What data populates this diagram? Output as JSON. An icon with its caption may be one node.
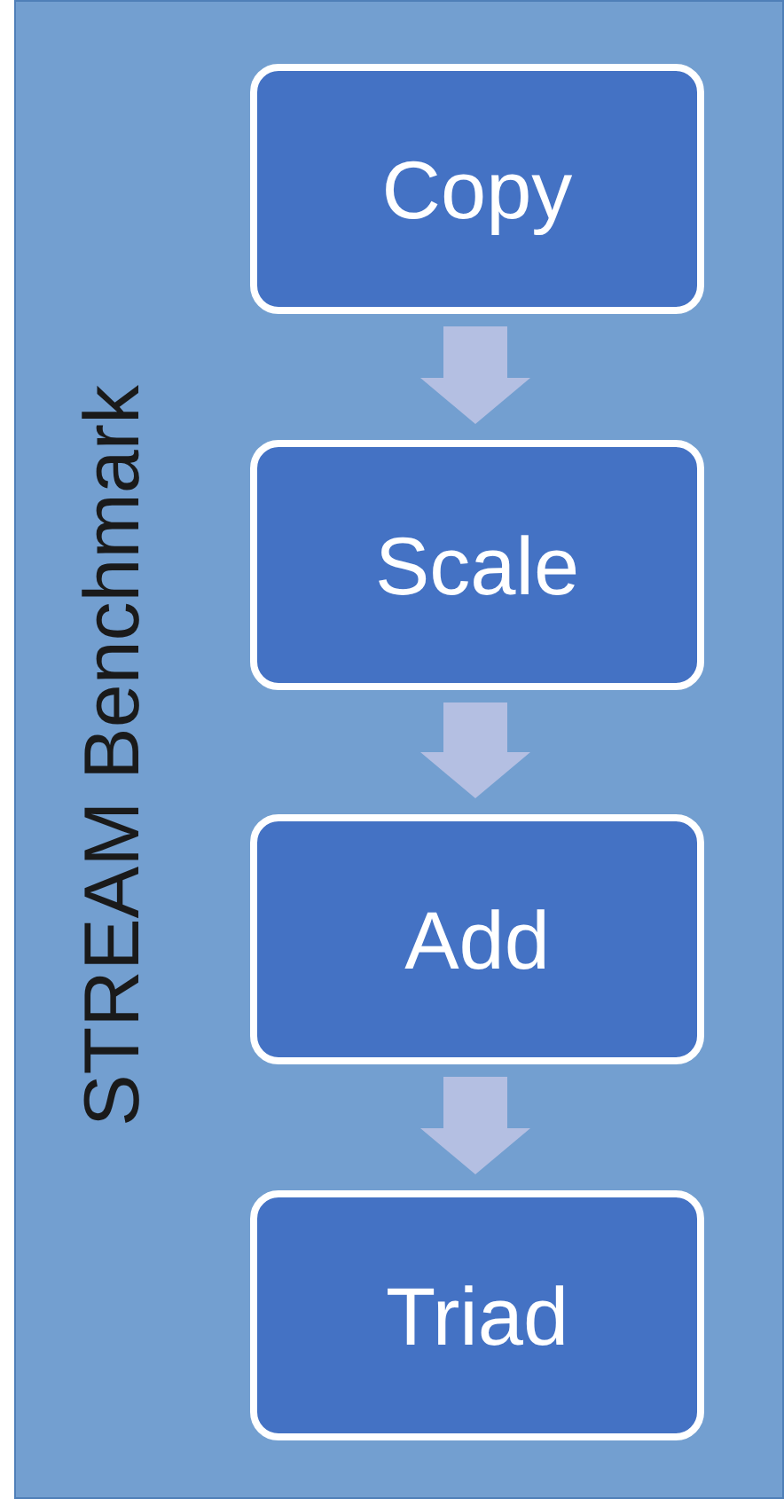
{
  "diagram": {
    "nodes": [
      {
        "text": [
          "STREAM Benchmark"
        ]
      },
      {
        "text": [
          "Copy"
        ],
        "in": 0
      },
      {
        "text": [
          "Scale"
        ],
        "in": 0
      },
      {
        "text": [
          "Add"
        ],
        "in": 0
      },
      {
        "text": [
          "Triad"
        ],
        "in": 0
      }
    ],
    "edges": [
      {
        "from": 1,
        "to": 2,
        "arrow": "to",
        "style": "thick"
      },
      {
        "from": 2,
        "to": 3,
        "arrow": "to",
        "style": "thick"
      },
      {
        "from": 3,
        "to": 4,
        "arrow": "to",
        "style": "thick"
      }
    ]
  }
}
